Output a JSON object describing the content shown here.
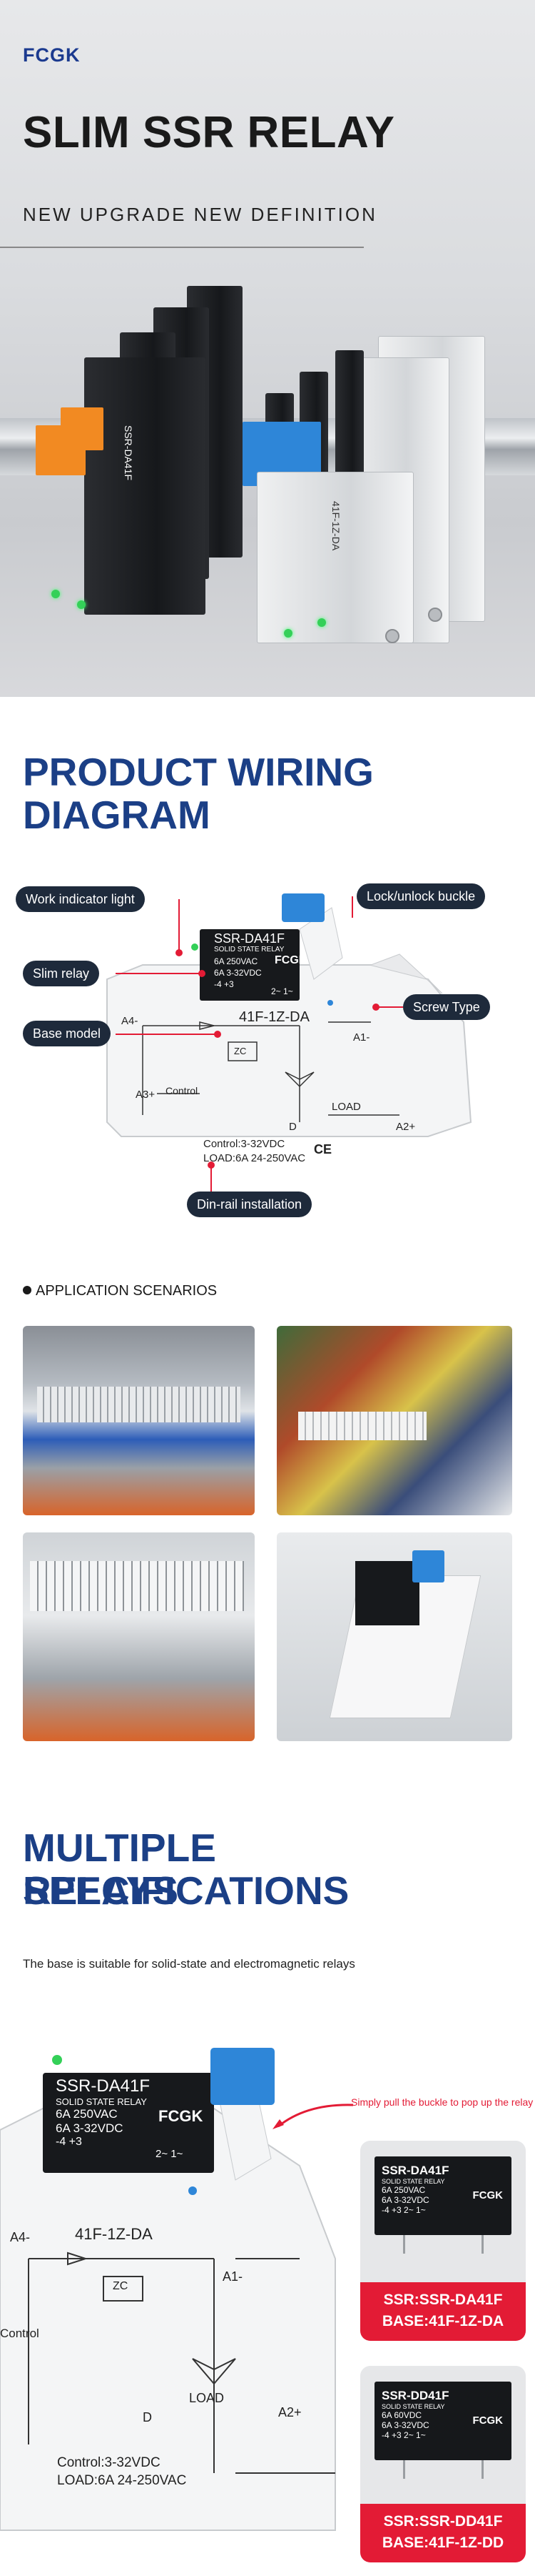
{
  "brand": "FCGK",
  "hero": {
    "title": "SLIM SSR RELAY",
    "subtitle": "NEW UPGRADE NEW DEFINITION",
    "relay_text": {
      "model": "SSR-DA41F",
      "base": "41F-1Z-DA"
    }
  },
  "wiring": {
    "title_line1": "PRODUCT WIRING",
    "title_line2": "DIAGRAM",
    "callouts": {
      "indicator": "Work indicator light",
      "buckle": "Lock/unlock buckle",
      "slim": "Slim relay",
      "screw": "Screw Type",
      "base": "Base model",
      "din": "Din-rail installation"
    },
    "relay_label": {
      "model": "SSR-DA41F",
      "type": "SOLID STATE RELAY",
      "rating1": "6A  250VAC",
      "rating2": "6A  3-32VDC",
      "pins": "-4  +3",
      "pins2": "2~  1~",
      "brand": "FCGK"
    },
    "base_label": {
      "model": "41F-1Z-DA",
      "a4": "A4-",
      "a1": "A1-",
      "a3": "A3+",
      "a2": "A2+",
      "control": "Control",
      "load": "LOAD",
      "zc": "ZC",
      "d": "D",
      "spec1": "Control:3-32VDC",
      "spec2": "LOAD:6A 24-250VAC",
      "ce": "CE"
    }
  },
  "scenarios": {
    "heading": "APPLICATION SCENARIOS"
  },
  "specs": {
    "title_line1": "MULTIPLE SPECIFICATIONS",
    "title_line2": "RELAYS",
    "note": "The base is suitable for solid-state and electromagnetic relays",
    "pull_note": "Simply pull the buckle to pop up the relay",
    "big_relay": {
      "model": "SSR-DA41F",
      "type": "SOLID STATE RELAY",
      "rating1": "6A  250VAC",
      "rating2": "6A  3-32VDC",
      "pins": "-4  +3",
      "pins2": "2~  1~",
      "brand": "FCGK",
      "base_model": "41F-1Z-DA",
      "a4": "A4-",
      "a1": "A1-",
      "a2": "A2+",
      "control": "Control",
      "load": "LOAD",
      "zc": "ZC",
      "d": "D",
      "spec1": "Control:3-32VDC",
      "spec2": "LOAD:6A 24-250VAC"
    },
    "cards": [
      {
        "model": "SSR-DA41F",
        "type": "SOLID STATE RELAY",
        "rating1": "6A  250VAC",
        "rating2": "6A  3-32VDC",
        "pins": "-4  +3   2~  1~",
        "brand": "FCGK",
        "ssr": "SSR:SSR-DA41F",
        "base": "BASE:41F-1Z-DA"
      },
      {
        "model": "SSR-DD41F",
        "type": "SOLID STATE RELAY",
        "rating1": "6A  60VDC",
        "rating2": "6A  3-32VDC",
        "pins": "-4  +3   2~  1~",
        "brand": "FCGK",
        "ssr": "SSR:SSR-DD41F",
        "base": "BASE:41F-1Z-DD"
      }
    ]
  },
  "colors": {
    "navy": "#1b3f86",
    "callout_bg": "#1e2a3b",
    "accent_red": "#e31b35",
    "orange_clip": "#f28a22",
    "blue_clip": "#2e86d8"
  }
}
